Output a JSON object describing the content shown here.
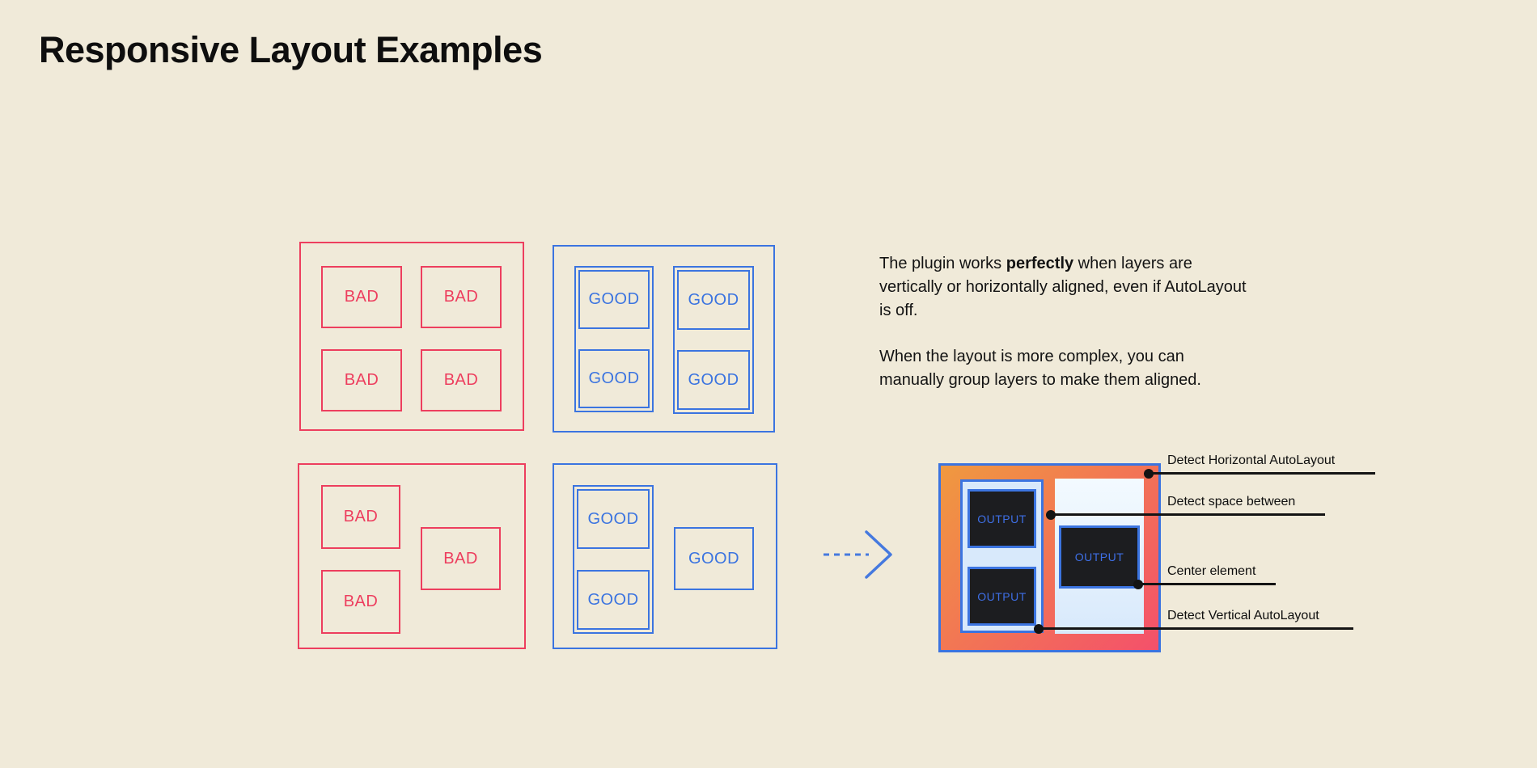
{
  "page": {
    "title": "Responsive Layout Examples"
  },
  "labels": {
    "bad": "BAD",
    "good": "GOOD",
    "output": "OUTPUT"
  },
  "paragraphs": {
    "p1_before": "The plugin works ",
    "p1_bold": "perfectly",
    "p1_after": " when layers are vertically or horizontally aligned, even if AutoLayout is off.",
    "p2": "When the layout is more complex, you can manually group layers to make them aligned."
  },
  "annotations": [
    {
      "label": "Detect Horizontal AutoLayout"
    },
    {
      "label": "Detect space between"
    },
    {
      "label": "Center element"
    },
    {
      "label": "Detect Vertical AutoLayout"
    }
  ],
  "colors": {
    "background": "#F0EAD9",
    "red": "#ED3E5E",
    "blue": "#3B74E0",
    "dark_box": "#1C1D20",
    "pale_blue": "#D8E9FB",
    "orange_gradient_start": "#F0993F",
    "orange_gradient_end": "#F4506B",
    "line_black": "#141414",
    "text_black": "#131313"
  }
}
